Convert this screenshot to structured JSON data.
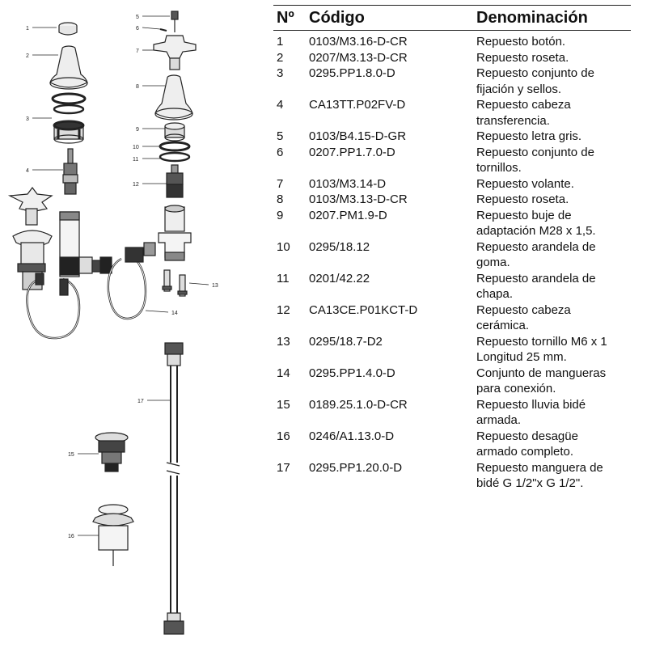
{
  "table": {
    "headers": {
      "num": "Nº",
      "code": "Código",
      "desc": "Denominación"
    },
    "rows": [
      {
        "num": "1",
        "code": "0103/M3.16-D-CR",
        "desc": "Repuesto botón."
      },
      {
        "num": "2",
        "code": "0207/M3.13-D-CR",
        "desc": "Repuesto roseta."
      },
      {
        "num": "3",
        "code": "0295.PP1.8.0-D",
        "desc": "Repuesto conjunto de\nfijación y sellos."
      },
      {
        "num": "4",
        "code": "CA13TT.P02FV-D",
        "desc": "Repuesto cabeza\ntransferencia."
      },
      {
        "num": "5",
        "code": "0103/B4.15-D-GR",
        "desc": "Repuesto letra gris."
      },
      {
        "num": "6",
        "code": "0207.PP1.7.0-D",
        "desc": "Repuesto conjunto de\ntornillos."
      },
      {
        "num": "7",
        "code": "0103/M3.14-D",
        "desc": "Repuesto volante."
      },
      {
        "num": "8",
        "code": "0103/M3.13-D-CR",
        "desc": "Repuesto roseta."
      },
      {
        "num": "9",
        "code": "0207.PM1.9-D",
        "desc": "Repuesto buje de\nadaptación M28 x 1,5."
      },
      {
        "num": "10",
        "code": "0295/18.12",
        "desc": "Repuesto arandela de\ngoma."
      },
      {
        "num": "11",
        "code": "0201/42.22",
        "desc": "Repuesto arandela de\nchapa."
      },
      {
        "num": "12",
        "code": "CA13CE.P01KCT-D",
        "desc": "Repuesto cabeza\ncerámica."
      },
      {
        "num": "13",
        "code": "0295/18.7-D2",
        "desc": "Repuesto tornillo M6 x 1\nLongitud 25 mm."
      },
      {
        "num": "14",
        "code": "0295.PP1.4.0-D",
        "desc": "Conjunto de mangueras\npara conexión."
      },
      {
        "num": "15",
        "code": "0189.25.1.0-D-CR",
        "desc": "Repuesto lluvia bidé\narmada."
      },
      {
        "num": "16",
        "code": "0246/A1.13.0-D",
        "desc": "Repuesto desagüe\narmado completo."
      },
      {
        "num": "17",
        "code": "0295.PP1.20.0-D",
        "desc": "Repuesto manguera de\nbidé G 1/2\"x G 1/2\"."
      }
    ]
  },
  "diagram": {
    "callouts": [
      "1",
      "2",
      "3",
      "4",
      "5",
      "6",
      "7",
      "8",
      "9",
      "10",
      "11",
      "12",
      "13",
      "14",
      "15",
      "16",
      "17"
    ]
  }
}
